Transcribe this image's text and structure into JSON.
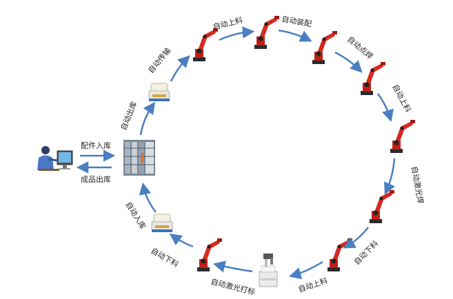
{
  "flow": {
    "entry_label": "配件入库",
    "exit_label": "成品出库",
    "steps": [
      "自动出库",
      "自动传输",
      "自动上料",
      "自动装配",
      "自动点焊",
      "自动上料",
      "自动激光焊",
      "自动下料",
      "自动上料",
      "自动激光打标",
      "自动下料",
      "自动入库"
    ]
  },
  "colors": {
    "arrow": "#4a7fc1",
    "robot": "#d42a20",
    "robot_base": "#2b2b2b"
  },
  "icons": [
    "operator-icon",
    "warehouse-icon",
    "agv-icon",
    "robot-arm-icon",
    "laser-marker-icon"
  ]
}
